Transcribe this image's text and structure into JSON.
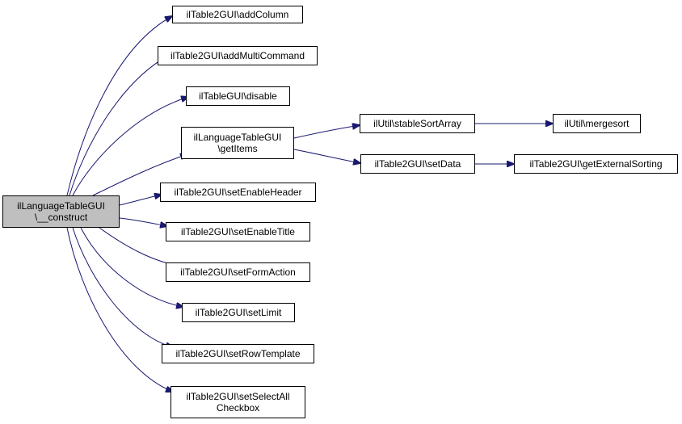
{
  "colors": {
    "edge": "#191970",
    "root_fill": "#bfbfbf",
    "node_fill": "#ffffff",
    "border": "#000000"
  },
  "nodes": {
    "root": {
      "line1": "ilLanguageTableGUI",
      "line2": "\\__construct"
    },
    "addColumn": {
      "line1": "ilTable2GUI\\addColumn"
    },
    "addMultiCommand": {
      "line1": "ilTable2GUI\\addMultiCommand"
    },
    "disable": {
      "line1": "ilTableGUI\\disable"
    },
    "getItems": {
      "line1": "ilLanguageTableGUI",
      "line2": "\\getItems"
    },
    "setEnableHeader": {
      "line1": "ilTable2GUI\\setEnableHeader"
    },
    "setEnableTitle": {
      "line1": "ilTable2GUI\\setEnableTitle"
    },
    "setFormAction": {
      "line1": "ilTable2GUI\\setFormAction"
    },
    "setLimit": {
      "line1": "ilTable2GUI\\setLimit"
    },
    "setRowTemplate": {
      "line1": "ilTable2GUI\\setRowTemplate"
    },
    "setSelectAll": {
      "line1": "ilTable2GUI\\setSelectAll",
      "line2": "Checkbox"
    },
    "stableSortArray": {
      "line1": "ilUtil\\stableSortArray"
    },
    "setData": {
      "line1": "ilTable2GUI\\setData"
    },
    "mergesort": {
      "line1": "ilUtil\\mergesort"
    },
    "getExternalSorting": {
      "line1": "ilTable2GUI\\getExternalSorting"
    }
  },
  "edges": [
    [
      "root",
      "addColumn"
    ],
    [
      "root",
      "addMultiCommand"
    ],
    [
      "root",
      "disable"
    ],
    [
      "root",
      "getItems"
    ],
    [
      "root",
      "setEnableHeader"
    ],
    [
      "root",
      "setEnableTitle"
    ],
    [
      "root",
      "setFormAction"
    ],
    [
      "root",
      "setLimit"
    ],
    [
      "root",
      "setRowTemplate"
    ],
    [
      "root",
      "setSelectAll"
    ],
    [
      "getItems",
      "stableSortArray"
    ],
    [
      "getItems",
      "setData"
    ],
    [
      "stableSortArray",
      "mergesort"
    ],
    [
      "setData",
      "getExternalSorting"
    ]
  ]
}
